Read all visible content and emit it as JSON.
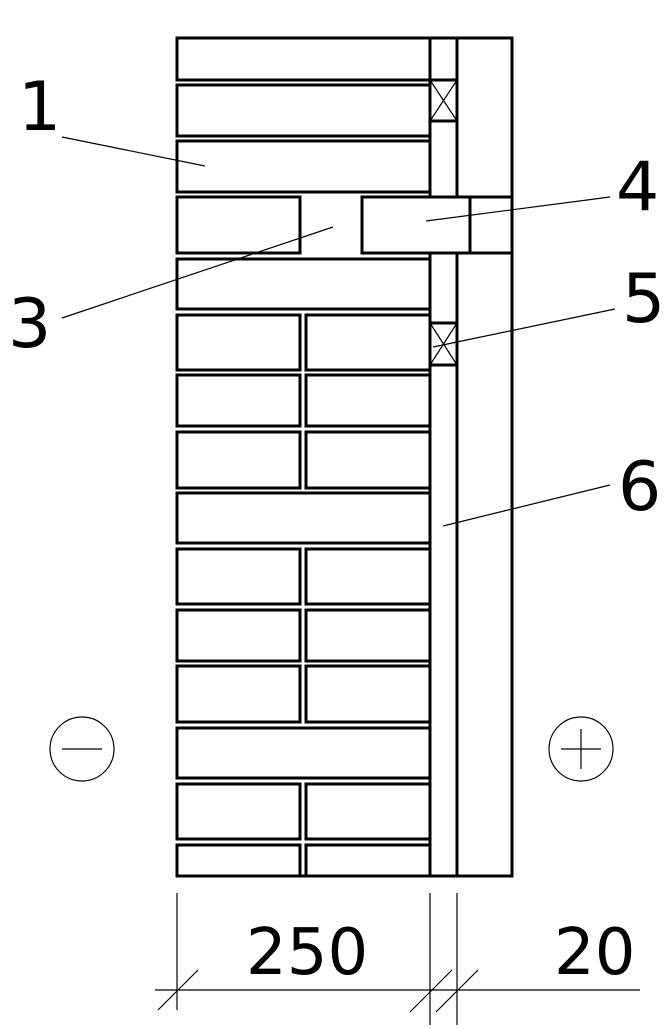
{
  "labels": {
    "l1": "1",
    "l3": "3",
    "l4": "4",
    "l5": "5",
    "l6": "6"
  },
  "dimensions": {
    "left": "250",
    "right": "20"
  },
  "symbols": {
    "inside": "minus-symbol",
    "outside": "plus-symbol"
  }
}
